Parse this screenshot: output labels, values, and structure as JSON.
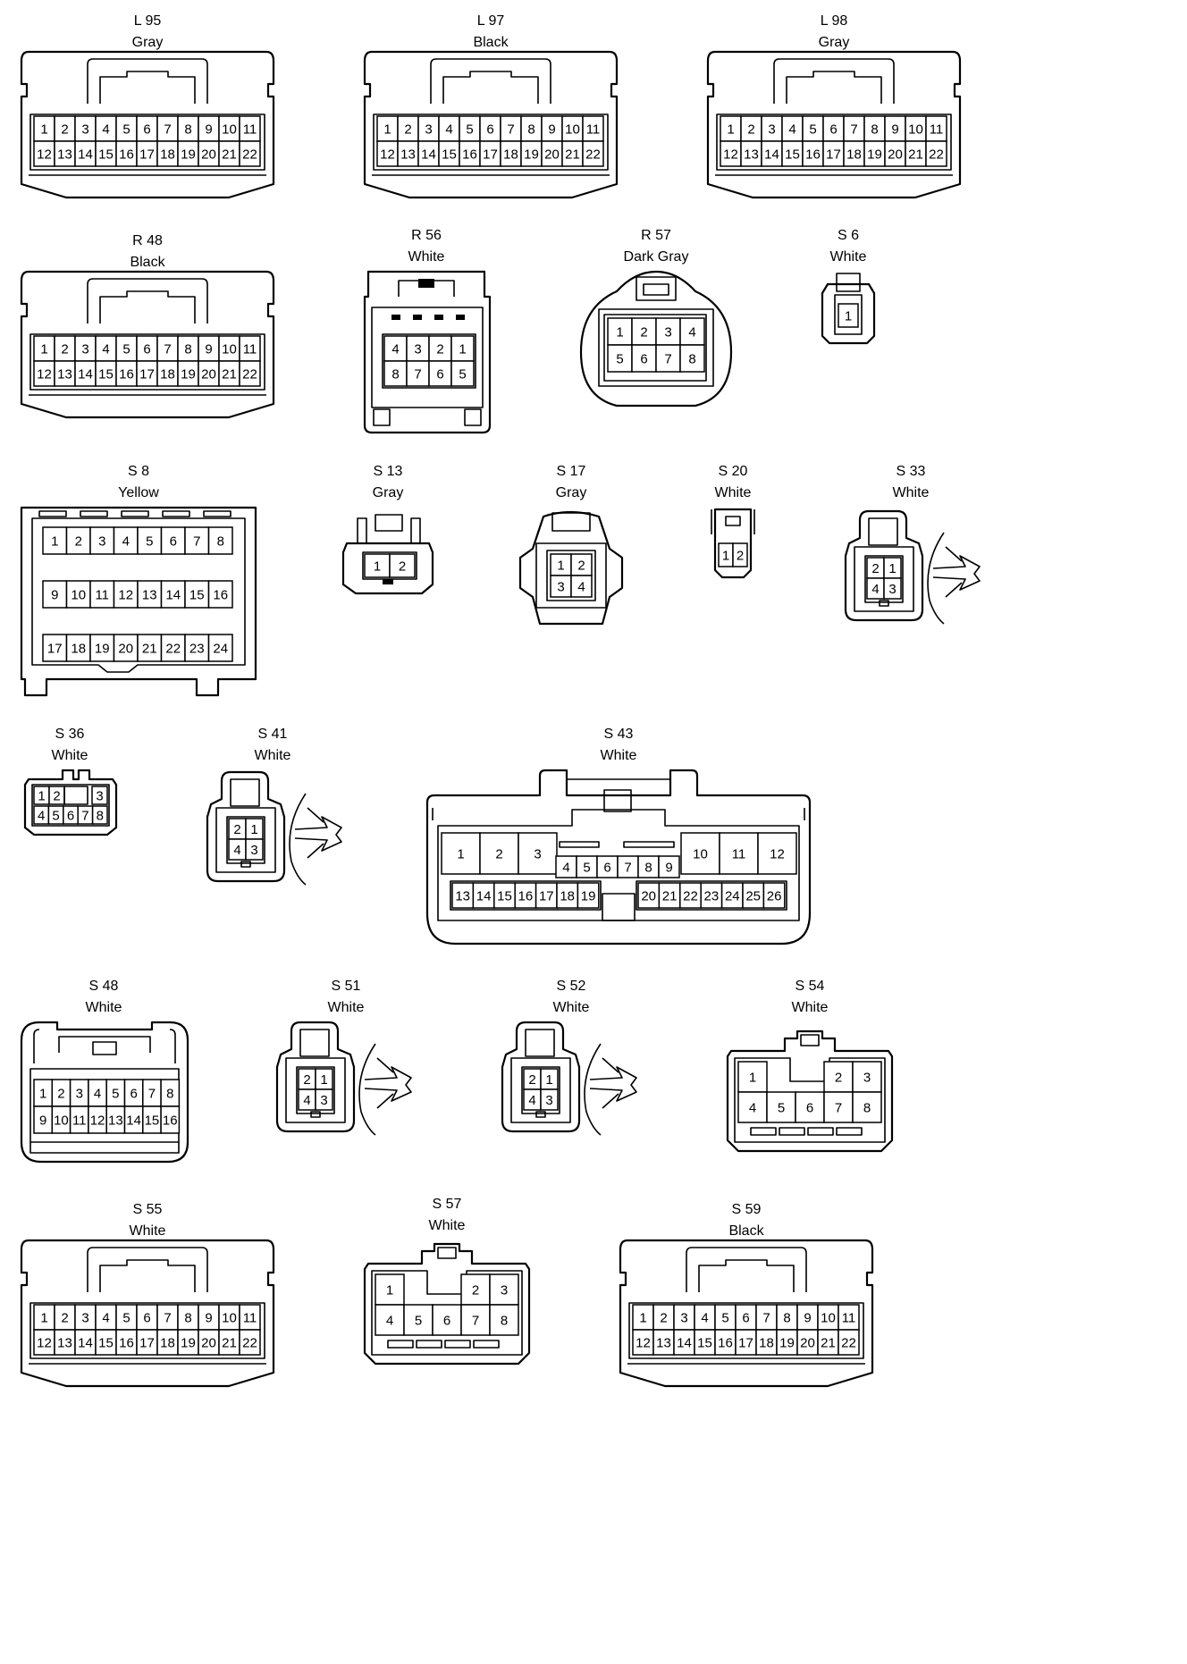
{
  "connectors": [
    {
      "id": "L 95",
      "color": "Gray",
      "pins": [
        "1",
        "2",
        "3",
        "4",
        "5",
        "6",
        "7",
        "8",
        "9",
        "10",
        "11",
        "12",
        "13",
        "14",
        "15",
        "16",
        "17",
        "18",
        "19",
        "20",
        "21",
        "22"
      ]
    },
    {
      "id": "L 97",
      "color": "Black",
      "pins": [
        "1",
        "2",
        "3",
        "4",
        "5",
        "6",
        "7",
        "8",
        "9",
        "10",
        "11",
        "12",
        "13",
        "14",
        "15",
        "16",
        "17",
        "18",
        "19",
        "20",
        "21",
        "22"
      ]
    },
    {
      "id": "L 98",
      "color": "Gray",
      "pins": [
        "1",
        "2",
        "3",
        "4",
        "5",
        "6",
        "7",
        "8",
        "9",
        "10",
        "11",
        "12",
        "13",
        "14",
        "15",
        "16",
        "17",
        "18",
        "19",
        "20",
        "21",
        "22"
      ]
    },
    {
      "id": "R 48",
      "color": "Black",
      "pins": [
        "1",
        "2",
        "3",
        "4",
        "5",
        "6",
        "7",
        "8",
        "9",
        "10",
        "11",
        "12",
        "13",
        "14",
        "15",
        "16",
        "17",
        "18",
        "19",
        "20",
        "21",
        "22"
      ]
    },
    {
      "id": "R 56",
      "color": "White",
      "pins": [
        "4",
        "3",
        "2",
        "1",
        "8",
        "7",
        "6",
        "5"
      ]
    },
    {
      "id": "R 57",
      "color": "Dark Gray",
      "pins": [
        "1",
        "2",
        "3",
        "4",
        "5",
        "6",
        "7",
        "8"
      ]
    },
    {
      "id": "S 6",
      "color": "White",
      "pins": [
        "1"
      ]
    },
    {
      "id": "S 8",
      "color": "Yellow",
      "pins": [
        "1",
        "2",
        "3",
        "4",
        "5",
        "6",
        "7",
        "8",
        "9",
        "10",
        "11",
        "12",
        "13",
        "14",
        "15",
        "16",
        "17",
        "18",
        "19",
        "20",
        "21",
        "22",
        "23",
        "24"
      ]
    },
    {
      "id": "S 13",
      "color": "Gray",
      "pins": [
        "1",
        "2"
      ]
    },
    {
      "id": "S 17",
      "color": "Gray",
      "pins": [
        "1",
        "2",
        "3",
        "4"
      ]
    },
    {
      "id": "S 20",
      "color": "White",
      "pins": [
        "1",
        "2"
      ]
    },
    {
      "id": "S 33",
      "color": "White",
      "pins": [
        "2",
        "1",
        "4",
        "3"
      ]
    },
    {
      "id": "S 36",
      "color": "White",
      "pins": [
        "1",
        "2",
        "3",
        "4",
        "5",
        "6",
        "7",
        "8"
      ]
    },
    {
      "id": "S 41",
      "color": "White",
      "pins": [
        "2",
        "1",
        "4",
        "3"
      ]
    },
    {
      "id": "S 43",
      "color": "White",
      "pins": [
        "1",
        "2",
        "3",
        "4",
        "5",
        "6",
        "7",
        "8",
        "9",
        "10",
        "11",
        "12",
        "13",
        "14",
        "15",
        "16",
        "17",
        "18",
        "19",
        "20",
        "21",
        "22",
        "23",
        "24",
        "25",
        "26"
      ]
    },
    {
      "id": "S 48",
      "color": "White",
      "pins": [
        "1",
        "2",
        "3",
        "4",
        "5",
        "6",
        "7",
        "8",
        "9",
        "10",
        "11",
        "12",
        "13",
        "14",
        "15",
        "16"
      ]
    },
    {
      "id": "S 51",
      "color": "White",
      "pins": [
        "2",
        "1",
        "4",
        "3"
      ]
    },
    {
      "id": "S 52",
      "color": "White",
      "pins": [
        "2",
        "1",
        "4",
        "3"
      ]
    },
    {
      "id": "S 54",
      "color": "White",
      "pins": [
        "1",
        "2",
        "3",
        "4",
        "5",
        "6",
        "7",
        "8"
      ]
    },
    {
      "id": "S 55",
      "color": "White",
      "pins": [
        "1",
        "2",
        "3",
        "4",
        "5",
        "6",
        "7",
        "8",
        "9",
        "10",
        "11",
        "12",
        "13",
        "14",
        "15",
        "16",
        "17",
        "18",
        "19",
        "20",
        "21",
        "22"
      ]
    },
    {
      "id": "S 57",
      "color": "White",
      "pins": [
        "1",
        "2",
        "3",
        "4",
        "5",
        "6",
        "7",
        "8"
      ]
    },
    {
      "id": "S 59",
      "color": "Black",
      "pins": [
        "1",
        "2",
        "3",
        "4",
        "5",
        "6",
        "7",
        "8",
        "9",
        "10",
        "11",
        "12",
        "13",
        "14",
        "15",
        "16",
        "17",
        "18",
        "19",
        "20",
        "21",
        "22"
      ]
    }
  ]
}
